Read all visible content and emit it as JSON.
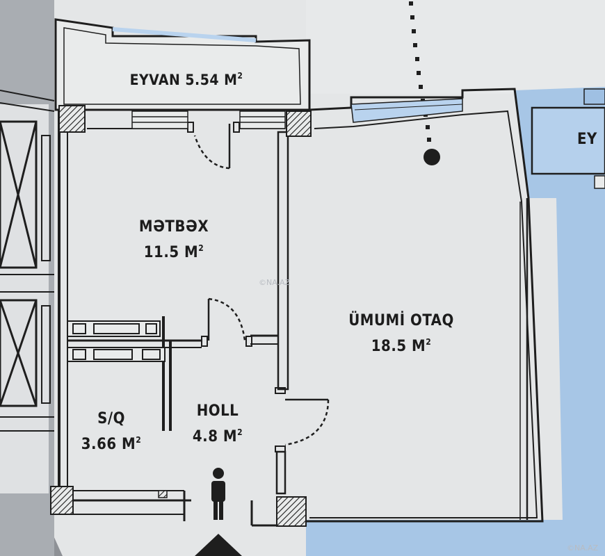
{
  "rooms": {
    "balcony": {
      "name": "EYVAN",
      "area": "5.54 M",
      "unit_sup": "2"
    },
    "kitchen": {
      "name": "MƏTBƏX",
      "area": "11.5 M",
      "unit_sup": "2"
    },
    "living_room": {
      "name": "ÜMUMİ OTAQ",
      "area": "18.5 M",
      "unit_sup": "2"
    },
    "bathroom": {
      "name": "S/Q",
      "area": "3.66 M",
      "unit_sup": "2"
    },
    "hall": {
      "name": "HOLL",
      "area": "4.8 M",
      "unit_sup": "2"
    },
    "neighbor_balcony": {
      "name": "EY"
    }
  },
  "watermarks": {
    "center": "©NA.AZ",
    "corner": "©NA.AZ"
  },
  "colors": {
    "paper": "#e9ebeb",
    "background": "#8e9196",
    "wall": "#1e1e1e",
    "neighbor_blue": "#a7c6e6",
    "window_blue": "#b9d3ee"
  }
}
